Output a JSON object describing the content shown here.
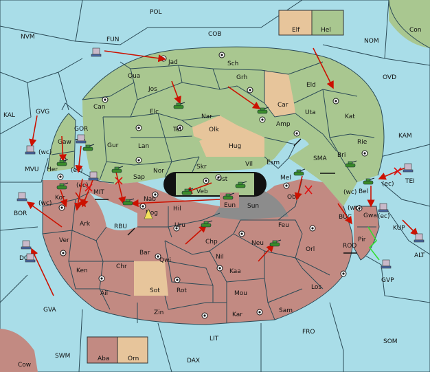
{
  "colors": {
    "sea": "#a9dde8",
    "green_power": "#a9c790",
    "red_power": "#c28a82",
    "tan_power": "#e7c59b",
    "neutral_grey": "#8c8c8c",
    "order_arrow": "#cc1100"
  },
  "legend": {
    "boxes": [
      {
        "label": "Elf",
        "color": "#e7c59b"
      },
      {
        "label": "Hel",
        "color": "#a9c790"
      },
      {
        "label": "Aba",
        "color": "#c28a82"
      },
      {
        "label": "Orn",
        "color": "#e7c59b"
      }
    ]
  },
  "sea_labels": [
    "POL",
    "NVM",
    "FUN",
    "COB",
    "NOM",
    "Con",
    "OVD",
    "KAL",
    "GVG",
    "KAM",
    "GOR",
    "MVU",
    "SMA",
    "TEI",
    "MIT",
    "BOR",
    "BUC",
    "KUP",
    "RBU",
    "ROD",
    "ALT",
    "DQR",
    "GVP",
    "GVA",
    "FRO",
    "SOM",
    "LIT",
    "SWM",
    "DAX",
    "Cow"
  ],
  "land_labels": [
    "Jad",
    "Sch",
    "Grh",
    "Qua",
    "Jos",
    "Can",
    "Elc",
    "Nar",
    "Car",
    "Eld",
    "Uta",
    "Amp",
    "Kat",
    "Tel",
    "Olk",
    "Gur",
    "Lan",
    "Hug",
    "Rie",
    "Bri",
    "Gaw",
    "Her",
    "Vil",
    "Esm",
    "Nor",
    "Skr",
    "Ost",
    "Sap",
    "Mel",
    "Veb",
    "Bel",
    "Kor",
    "Ark",
    "Nab",
    "Eun",
    "Sun",
    "Obs",
    "Hil",
    "Nog",
    "Gwa",
    "Uru",
    "Feu",
    "Pir",
    "Ver",
    "Chp",
    "Neu",
    "Orl",
    "Bar",
    "Qwi",
    "Nil",
    "Ken",
    "Chr",
    "Kaa",
    "Los",
    "Sot",
    "Rot",
    "Mou",
    "Ail",
    "Sam",
    "Zin",
    "Kar"
  ],
  "coast_tags": [
    "(wc)",
    "(ec)",
    "(ec)",
    "(wc)",
    "(wc)",
    "(ec)",
    "(wc)",
    "(ec)"
  ],
  "unit_glyph": "tank"
}
